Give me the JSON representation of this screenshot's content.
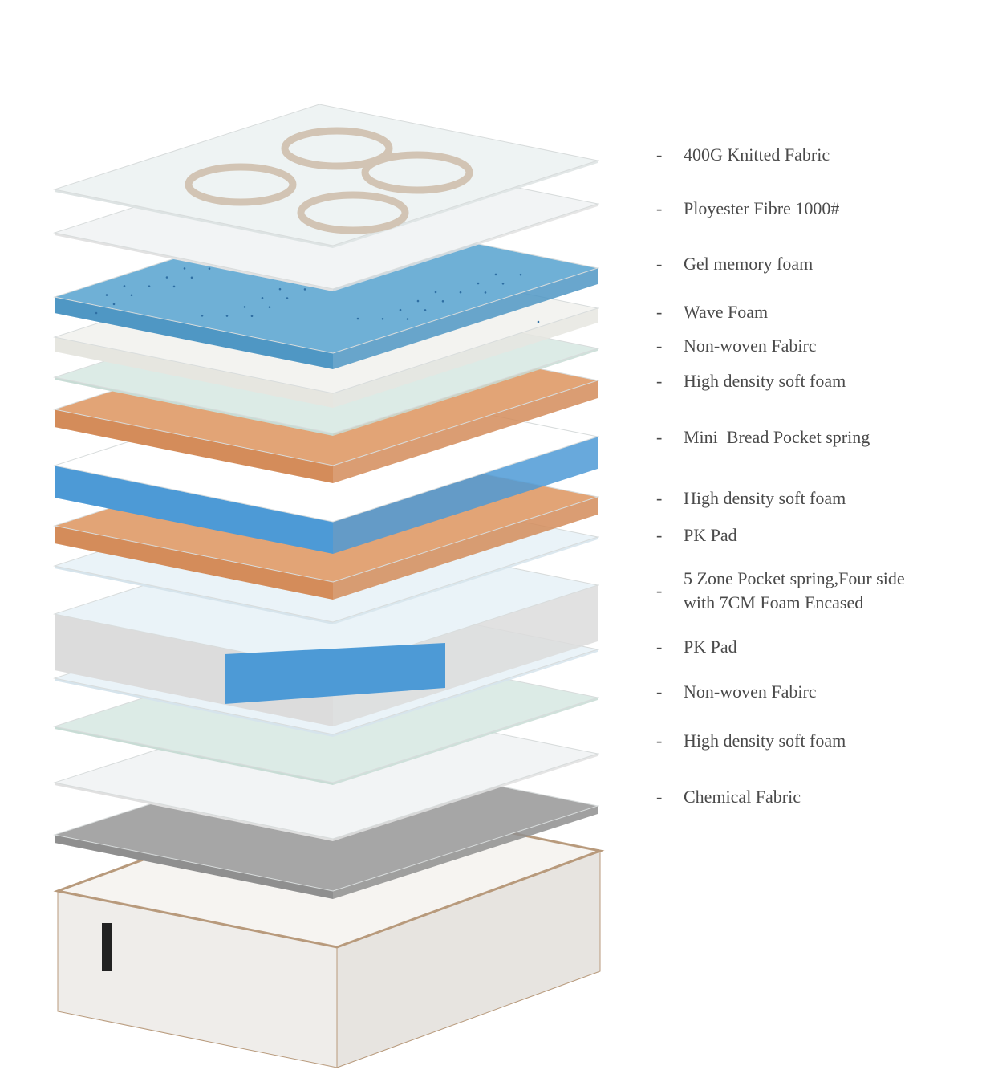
{
  "title_labels": [
    {
      "text": "400G Knitted Fabric"
    },
    {
      "text": "Ployester Fibre 1000#"
    },
    {
      "text": "Gel memory foam"
    },
    {
      "text": "Wave Foam"
    },
    {
      "text": "Non-woven Fabirc"
    },
    {
      "text": "High density soft foam"
    },
    {
      "text": "Mini  Bread Pocket spring"
    },
    {
      "text": "High density soft foam"
    },
    {
      "text": "PK Pad"
    },
    {
      "text": "5 Zone Pocket spring,Four side\nwith 7CM Foam Encased"
    },
    {
      "text": "PK Pad"
    },
    {
      "text": "Non-woven Fabirc"
    },
    {
      "text": "High density soft foam"
    },
    {
      "text": "Chemical Fabric"
    }
  ],
  "dash": "-",
  "colors": {
    "knitted": "#eef3f3",
    "fibre": "#f2f4f5",
    "gel_top": "#6fb0d6",
    "gel_side": "#4f97c4",
    "wave": "#f3f3f0",
    "mesh": "#dcebe6",
    "orange_top": "#e2a476",
    "orange_side": "#d48c5a",
    "spring_blue": "#4d9ad6",
    "pk": "#eaf3f8",
    "zone_side": "#dcdcdc",
    "chemical": "#a6a6a6",
    "mattress": "#f6f4f1",
    "trim": "#b89a7c"
  }
}
